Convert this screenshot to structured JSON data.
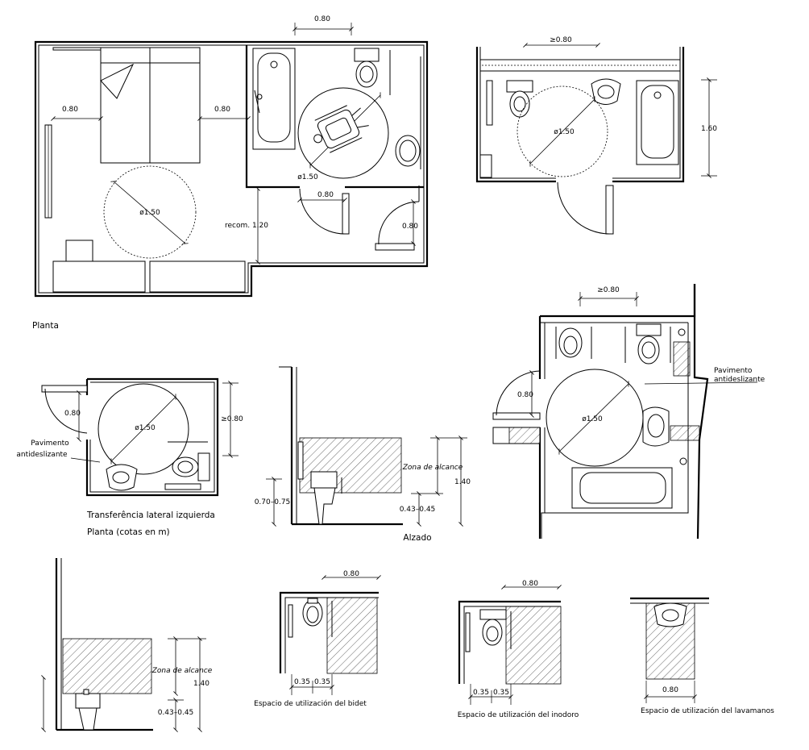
{
  "colors": {
    "line": "#000000",
    "background": "#ffffff"
  },
  "plan_main": {
    "title": "Planta",
    "dim_bed_left": "0.80",
    "dim_bed_right": "0.80",
    "dim_bath_top": "0.80",
    "circle_room": "ø1.50",
    "circle_bath": "ø1.50",
    "recom": "recom. 1.20",
    "dim_door_bath": "0.80",
    "dim_door_main": "0.80"
  },
  "plan_topright": {
    "dim_top": "≥0.80",
    "circle": "ø1.50",
    "dim_side": "1.60"
  },
  "plan_small": {
    "dim_door": "0.80",
    "circle": "ø1.50",
    "dim_side": "≥0.80",
    "floor_label_1": "Pavimento",
    "floor_label_2": "antideslizante",
    "caption": "Transferência lateral izquierda",
    "caption2": "Planta  (cotas en m)"
  },
  "elev_mid": {
    "zona": "Zona de alcance",
    "h_seat": "0.70–0.75",
    "h_seat2": "0.43–0.45",
    "h_total": "1.40",
    "caption": "Alzado"
  },
  "plan_bigright": {
    "dim_top": "≥0.80",
    "dim_door": "0.80",
    "circle": "ø1.50",
    "floor_label_1": "Pavimento",
    "floor_label_2": "antideslizante"
  },
  "elev_bottom": {
    "zona": "Zona de alcance",
    "h_total": "1.40",
    "h_seat": "0.43–0.45"
  },
  "bidet_space": {
    "dim_top": "0.80",
    "dim_a": "0.35",
    "dim_b": "0.35",
    "caption": "Espacio de utilización del bidet"
  },
  "wc_space": {
    "dim_top": "0.80",
    "dim_a": "0.35",
    "dim_b": "0.35",
    "caption": "Espacio de utilización del inodoro"
  },
  "basin_space": {
    "dim_bottom": "0.80",
    "caption": "Espacio de utilización del lavamanos"
  }
}
